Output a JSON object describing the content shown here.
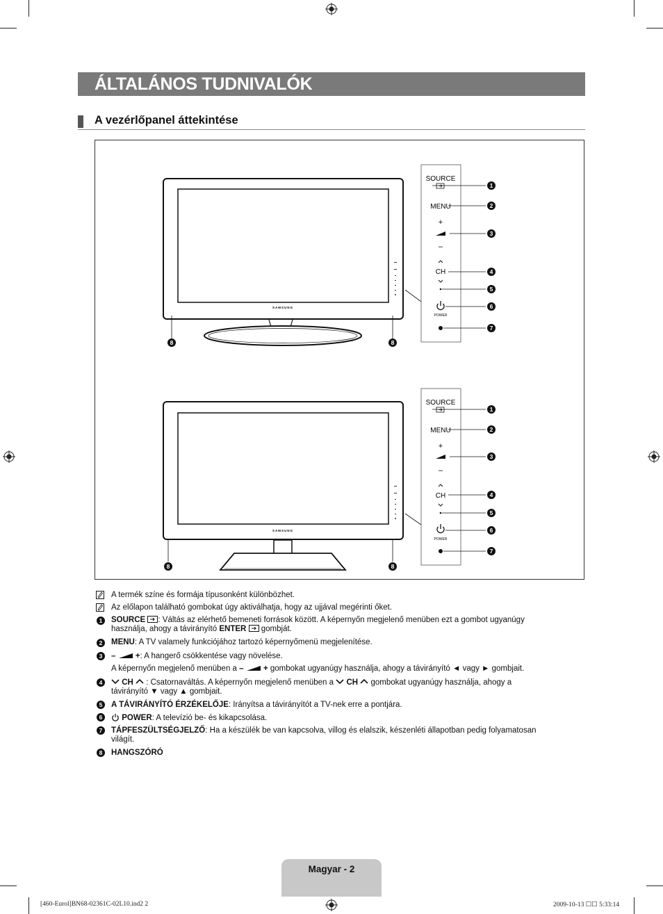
{
  "title": "ÁLTALÁNOS TUDNIVALÓK",
  "section_title": "A vezérlőpanel áttekintése",
  "panel": {
    "source": "SOURCE",
    "menu": "MENU",
    "plus": "+",
    "minus": "–",
    "ch": "CH",
    "power": "POWER",
    "brand": "SAMSUNG"
  },
  "callouts": [
    "1",
    "2",
    "3",
    "4",
    "5",
    "6",
    "7",
    "8"
  ],
  "notes": [
    "A termék színe és formája típusonként különbözhet.",
    "Az előlapon található gombokat úgy aktiválhatja, hogy az ujjával megérinti őket."
  ],
  "items": {
    "i1_label": "SOURCE",
    "i1_text": ": Váltás az elérhető bemeneti források között. A képernyőn megjelenő menüben ezt a gombot ugyanúgy",
    "i1_text2a": "használja, ahogy a távirányító ",
    "i1_enter": "ENTER",
    "i1_text2b": " gombját.",
    "i2_label": "MENU",
    "i2_text": ": A TV valamely funkciójához tartozó képernyőmenü megjelenítése.",
    "i3_minus": "–",
    "i3_plus": "+",
    "i3_text": ": A hangerő csökkentése vagy növelése.",
    "i3_line2a": "A képernyőn megjelenő menüben a ",
    "i3_line2b": "gombokat ugyanúgy használja, ahogy a távirányító ◄ vagy ► gombjait.",
    "i4_ch": "CH",
    "i4_text": ": Csatornaváltás. A képernyőn megjelenő menüben a",
    "i4_text_b": "gombokat ugyanúgy használja, ahogy a",
    "i4_line2": "távirányító ▼ vagy ▲ gombjait.",
    "i5_label": "A TÁVIRÁNYÍTÓ ÉRZÉKELŐJE",
    "i5_text": ": Irányítsa a távirányítót a TV-nek erre a pontjára.",
    "i6_label": "POWER",
    "i6_text": ": A televízió be- és kikapcsolása.",
    "i7_label": "TÁPFESZÜLTSÉGJELZŐ",
    "i7_text": ": Ha a készülék be van kapcsolva, villog és elalszik, készenléti állapotban pedig folyamatosan",
    "i7_line2": "világít.",
    "i8_label": "HANGSZÓRÓ"
  },
  "page_label": "Magyar - 2",
  "footer_left": "[460-Eurol]BN68-02361C-02L10.ind2   2",
  "footer_right": "2009-10-13   ☐☐ 5:33:14"
}
